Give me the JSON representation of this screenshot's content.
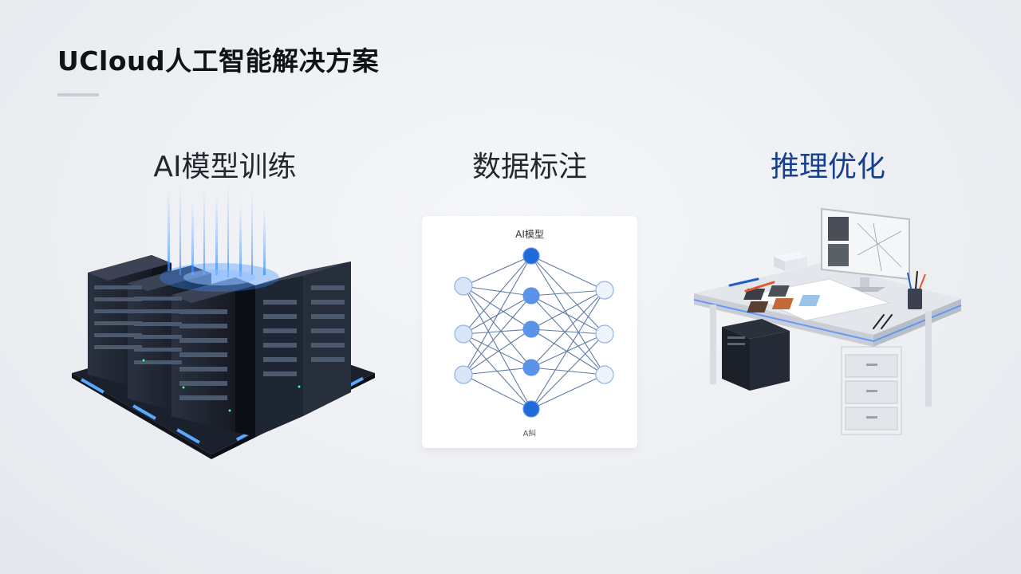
{
  "slide": {
    "title": "UCloud人工智能解决方案"
  },
  "sections": [
    {
      "heading": "AI模型训练",
      "icon": "server-rack-icon"
    },
    {
      "heading": "数据标注",
      "icon": "neural-network-icon",
      "card": {
        "top_label": "AI模型",
        "bottom_label": "A糾"
      }
    },
    {
      "heading": "推理优化",
      "icon": "workstation-desk-icon"
    }
  ],
  "colors": {
    "title": "#0f1216",
    "heading": "#23272e",
    "heading_accent": "#173f8f",
    "node_primary": "#1f6bd8",
    "node_mid": "#5b93ea",
    "node_light": "#d8e6f8",
    "glow": "#3d8bff"
  }
}
